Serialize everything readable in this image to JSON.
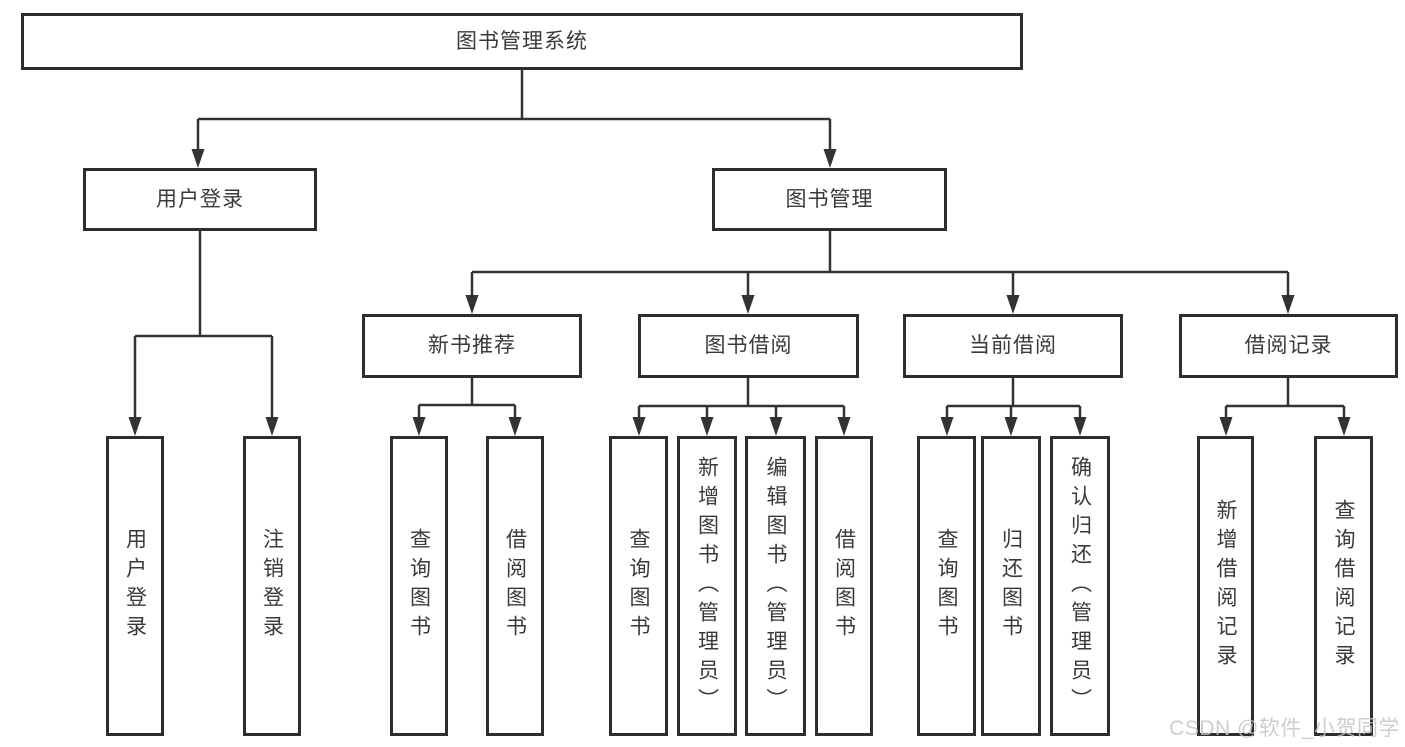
{
  "diagram": {
    "root": {
      "label": "图书管理系统",
      "children": [
        {
          "label": "用户登录",
          "children": [
            {
              "label": "用户登录"
            },
            {
              "label": "注销登录"
            }
          ]
        },
        {
          "label": "图书管理",
          "children": [
            {
              "label": "新书推荐",
              "children": [
                {
                  "label": "查询图书"
                },
                {
                  "label": "借阅图书"
                }
              ]
            },
            {
              "label": "图书借阅",
              "children": [
                {
                  "label": "查询图书"
                },
                {
                  "label": "新增图书（管理员）"
                },
                {
                  "label": "编辑图书（管理员）"
                },
                {
                  "label": "借阅图书"
                }
              ]
            },
            {
              "label": "当前借阅",
              "children": [
                {
                  "label": "查询图书"
                },
                {
                  "label": "归还图书"
                },
                {
                  "label": "确认归还（管理员）"
                }
              ]
            },
            {
              "label": "借阅记录",
              "children": [
                {
                  "label": "新增借阅记录"
                },
                {
                  "label": "查询借阅记录"
                }
              ]
            }
          ]
        }
      ]
    }
  },
  "watermark": "CSDN @软件_小贺同学",
  "colors": {
    "line": "#333333",
    "box_border": "#2d2d2d",
    "text": "#3a3a3a",
    "watermark": "#c6c6c6",
    "background": "#ffffff"
  }
}
